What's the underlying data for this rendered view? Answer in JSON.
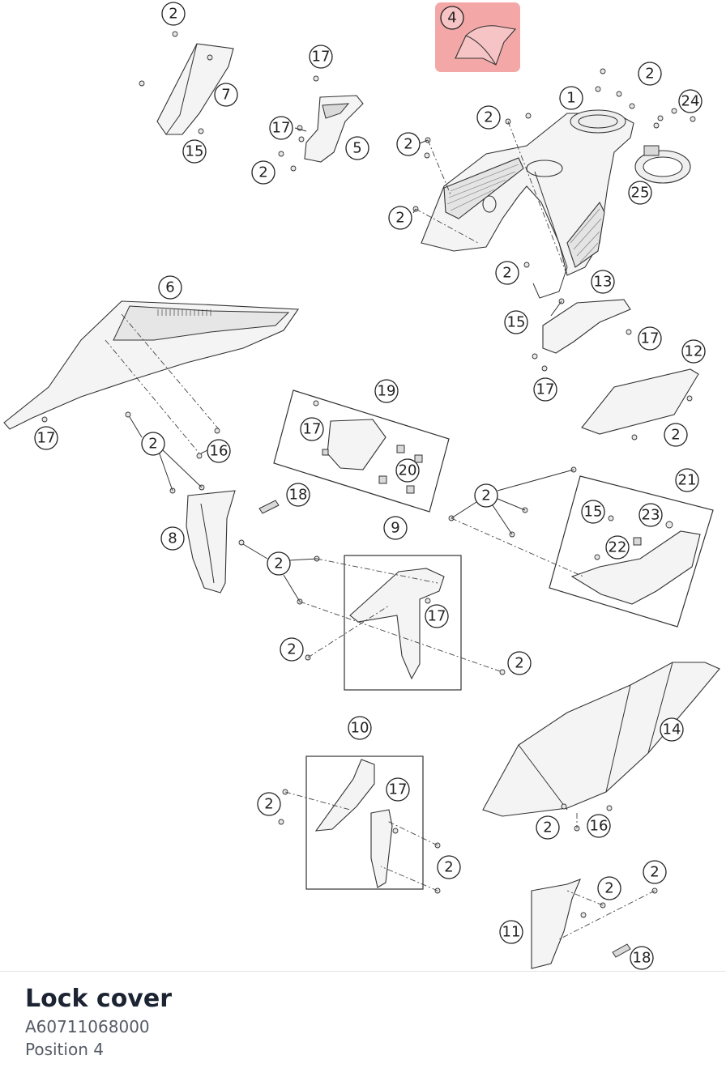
{
  "part": {
    "name": "Lock cover",
    "number": "A60711068000",
    "position": "Position 4"
  },
  "highlight": {
    "position_label": "4",
    "color": "#f08a8a"
  },
  "callouts": [
    "2",
    "4",
    "17",
    "7",
    "1",
    "2",
    "24",
    "17",
    "15",
    "5",
    "2",
    "2",
    "25",
    "2",
    "6",
    "2",
    "13",
    "15",
    "17",
    "17",
    "12",
    "17",
    "19",
    "2",
    "2",
    "16",
    "17",
    "20",
    "18",
    "8",
    "2",
    "21",
    "9",
    "15",
    "23",
    "22",
    "17",
    "2",
    "2",
    "10",
    "14",
    "17",
    "2",
    "2",
    "2",
    "16",
    "2",
    "2",
    "11",
    "18"
  ]
}
